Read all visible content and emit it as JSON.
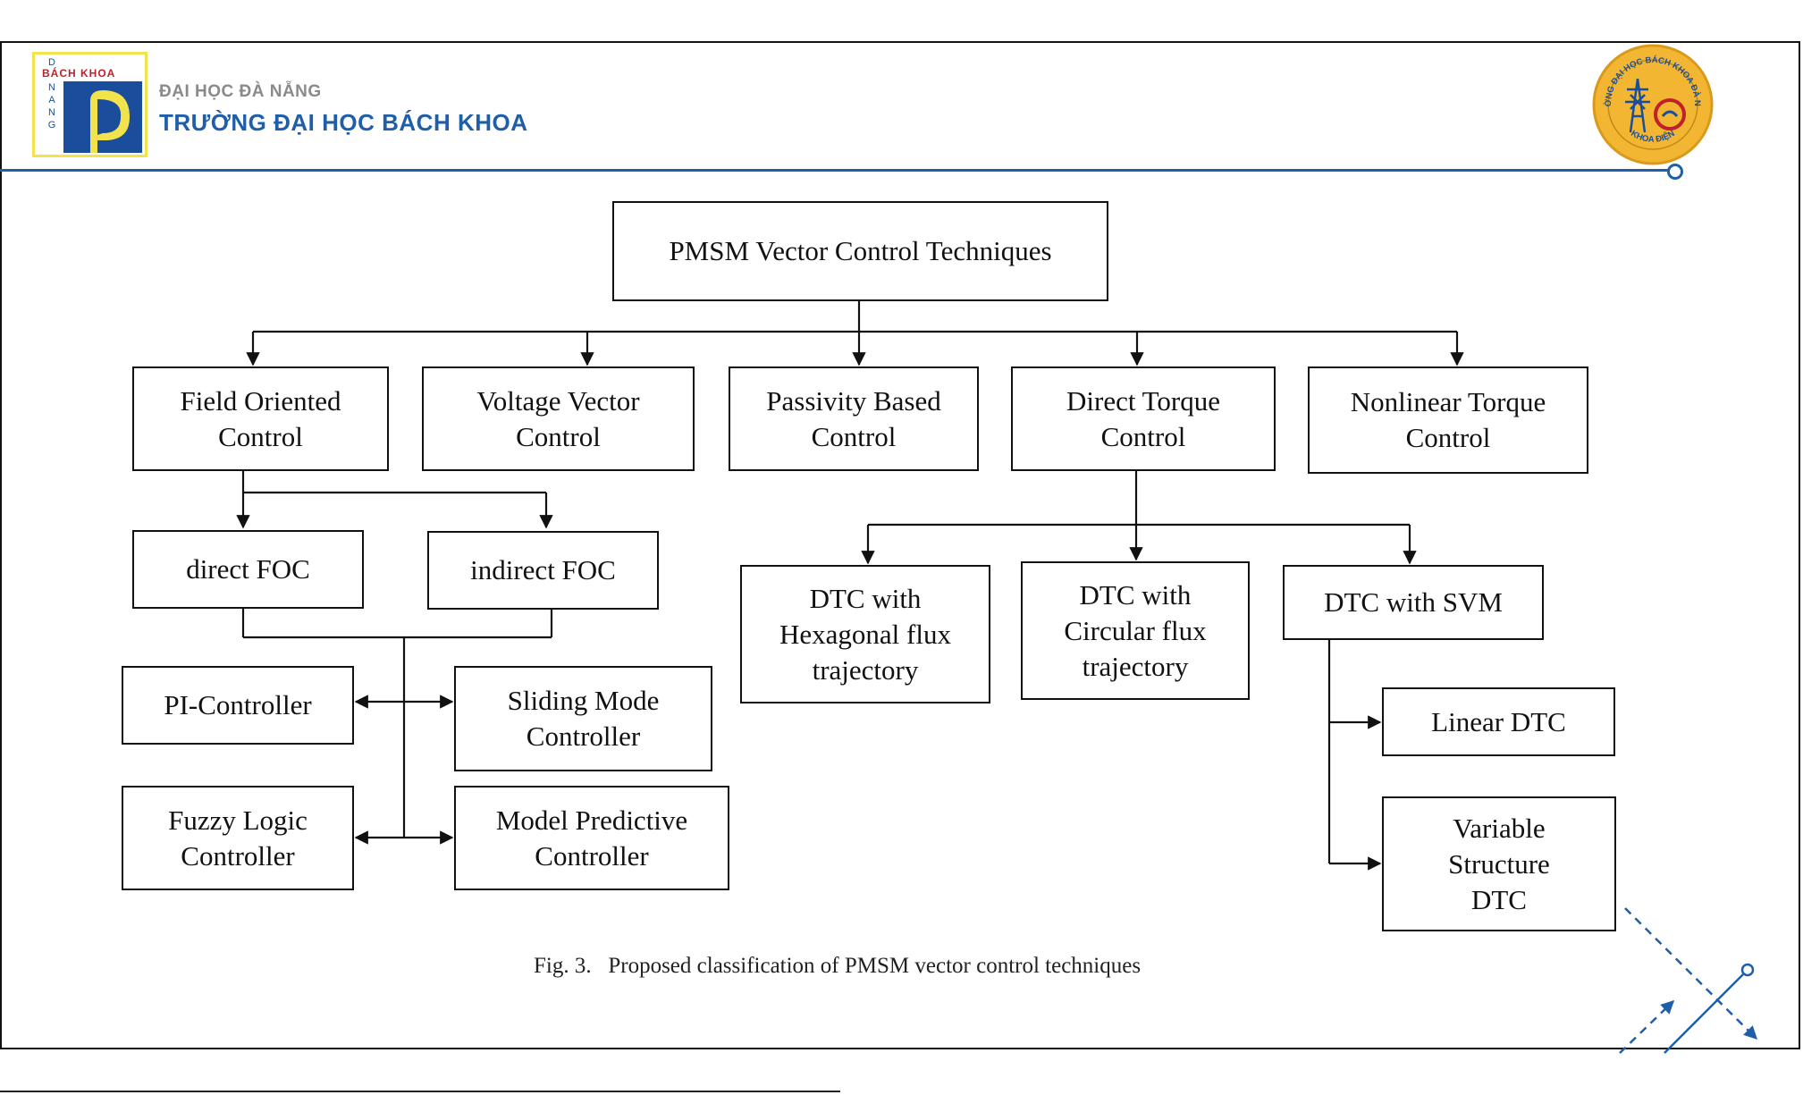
{
  "header": {
    "logo": {
      "brand_text": "BÁCH KHOA",
      "side_letters": [
        "D",
        "N",
        "A",
        "N",
        "G"
      ],
      "colors": {
        "frame": "#f2e34c",
        "mark_blue": "#1a4e9c",
        "mark_yellow": "#f2e34c",
        "brand_red": "#c0202a"
      }
    },
    "university_subtitle": "ĐẠI HỌC ĐÀ NẴNG",
    "university_name": "TRƯỜNG ĐẠI HỌC BÁCH KHOA",
    "accent_color": "#1f5ea8",
    "seal": {
      "arc_text": "TRƯỜNG ĐẠI HỌC BÁCH KHOA ĐÀ NẴNG",
      "bottom_text": "KHOA ĐIỆN",
      "colors": {
        "fill": "#f2b632",
        "ring": "#d99a1c",
        "text": "#1a4e9c"
      }
    }
  },
  "diagram": {
    "root": "PMSM Vector Control Techniques",
    "categories": {
      "foc": "Field Oriented\nControl",
      "vvc": "Voltage Vector\nControl",
      "pbc": "Passivity Based\nControl",
      "dtc": "Direct Torque\nControl",
      "ntc": "Nonlinear Torque\nControl"
    },
    "foc_types": {
      "direct": "direct FOC",
      "indirect": "indirect FOC"
    },
    "controllers": {
      "pi": "PI-Controller",
      "sliding": "Sliding Mode\nController",
      "fuzzy": "Fuzzy Logic\nController",
      "mpc": "Model Predictive\nController"
    },
    "dtc_types": {
      "hex": "DTC with\nHexagonal flux\ntrajectory",
      "circ": "DTC with\nCircular flux\ntrajectory",
      "svm": "DTC with SVM"
    },
    "svm_types": {
      "linear": "Linear DTC",
      "vs": "Variable\nStructure\nDTC"
    },
    "caption": "Fig. 3.   Proposed classification of PMSM vector control techniques"
  }
}
